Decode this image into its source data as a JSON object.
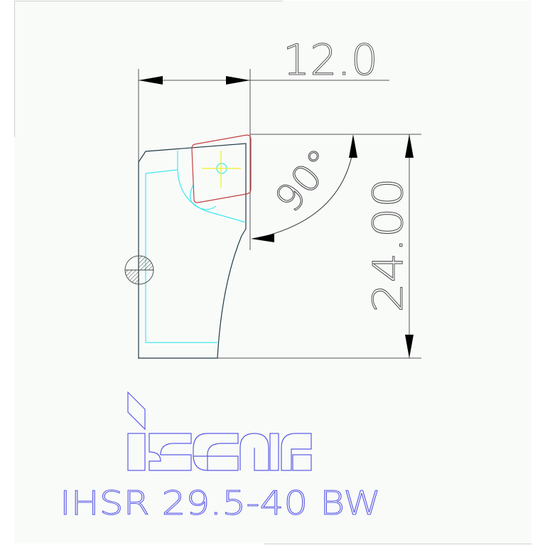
{
  "drawing": {
    "title": "IHSR 29.5-40 BW",
    "brand": "iscar",
    "dimensions": {
      "width_label": "12.0",
      "height_label": "24.00",
      "angle_label": "90°"
    },
    "colors": {
      "background": "#f9fbf9",
      "outline": "#1f3a44",
      "dimension": "#555555",
      "insert": "#c04040",
      "hidden_line": "#3ee8f0",
      "center_mark": "#f0f020",
      "logo": "#5a5ae6"
    }
  }
}
